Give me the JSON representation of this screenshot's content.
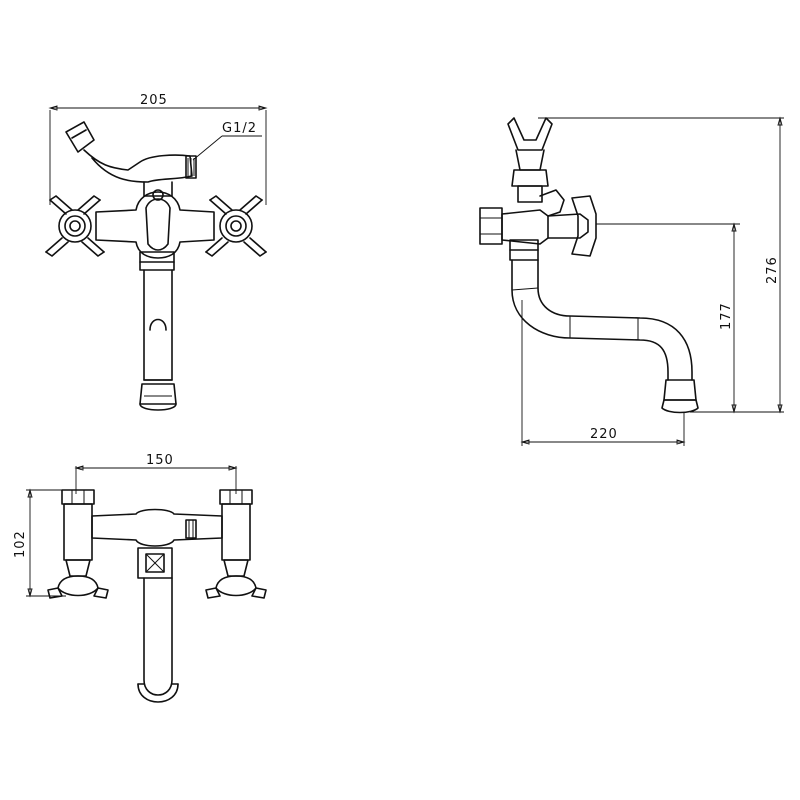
{
  "dimensions": {
    "front_width": "205",
    "thread": "G1/2",
    "top_width": "150",
    "top_depth": "102",
    "side_height_total": "276",
    "side_height_spout": "177",
    "side_reach": "220"
  },
  "colors": {
    "line": "#111111",
    "background": "#ffffff"
  }
}
